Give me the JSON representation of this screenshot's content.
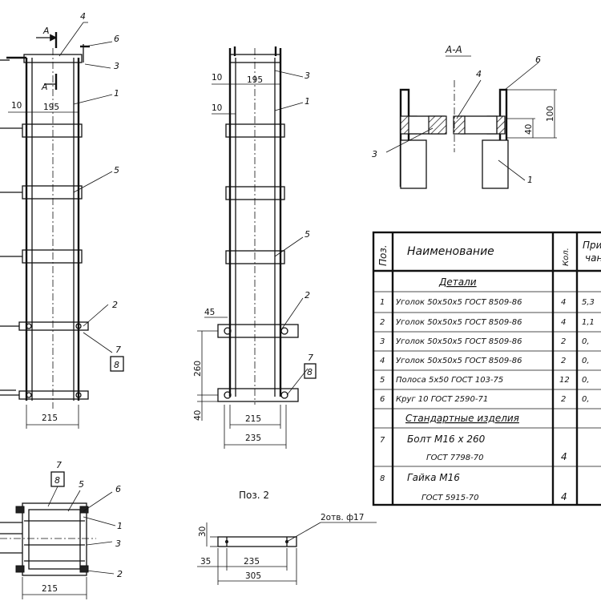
{
  "section": {
    "title": "А-А",
    "cut_mark": "А",
    "dim_height": "100",
    "dim_offset": "40"
  },
  "views": {
    "front_left": {
      "dim_10": "10",
      "dim_195": "195",
      "dim_215": "215"
    },
    "front_right": {
      "dim_10a": "10",
      "dim_195": "195",
      "dim_10b": "10",
      "dim_45": "45",
      "dim_260": "260",
      "dim_40": "40",
      "dim_215": "215",
      "dim_235": "235"
    },
    "plan": {
      "dim_215": "215"
    },
    "part2": {
      "title": "Поз. 2",
      "holes_note": "2отв. ф17",
      "dim_30": "30",
      "dim_35": "35",
      "dim_235": "235",
      "dim_305": "305"
    }
  },
  "callouts": {
    "p1": "1",
    "p2": "2",
    "p3": "3",
    "p4": "4",
    "p5": "5",
    "p6": "6",
    "p7": "7",
    "p8": "8"
  },
  "table": {
    "headers": {
      "pos": "Поз.",
      "name": "Наименование",
      "qty": "Кол.",
      "note": "При\nчан"
    },
    "section_details": "Детали",
    "section_standard": "Стандартные изделия",
    "rows": [
      {
        "pos": "1",
        "name": "Уголок 50х50х5 ГОСТ 8509-86",
        "qty": "4",
        "note": "5,3"
      },
      {
        "pos": "2",
        "name": "Уголок 50х50х5 ГОСТ 8509-86",
        "qty": "4",
        "note": "1,1"
      },
      {
        "pos": "3",
        "name": "Уголок 50х50х5 ГОСТ 8509-86",
        "qty": "2",
        "note": "0,"
      },
      {
        "pos": "4",
        "name": "Уголок 50х50х5 ГОСТ 8509-86",
        "qty": "2",
        "note": "0,"
      },
      {
        "pos": "5",
        "name": "Полоса 5х50 ГОСТ 103-75",
        "qty": "12",
        "note": "0,"
      },
      {
        "pos": "6",
        "name": "Круг 10 ГОСТ 2590-71",
        "qty": "2",
        "note": "0,"
      }
    ],
    "standard_rows": [
      {
        "pos": "7",
        "name": "Болт М16 х 260",
        "qty": "",
        "note": ""
      },
      {
        "pos": "",
        "name": "ГОСТ 7798-70",
        "qty": "4",
        "note": ""
      },
      {
        "pos": "8",
        "name": "Гайка М16",
        "qty": "",
        "note": ""
      },
      {
        "pos": "",
        "name": "ГОСТ 5915-70",
        "qty": "4",
        "note": ""
      }
    ]
  }
}
